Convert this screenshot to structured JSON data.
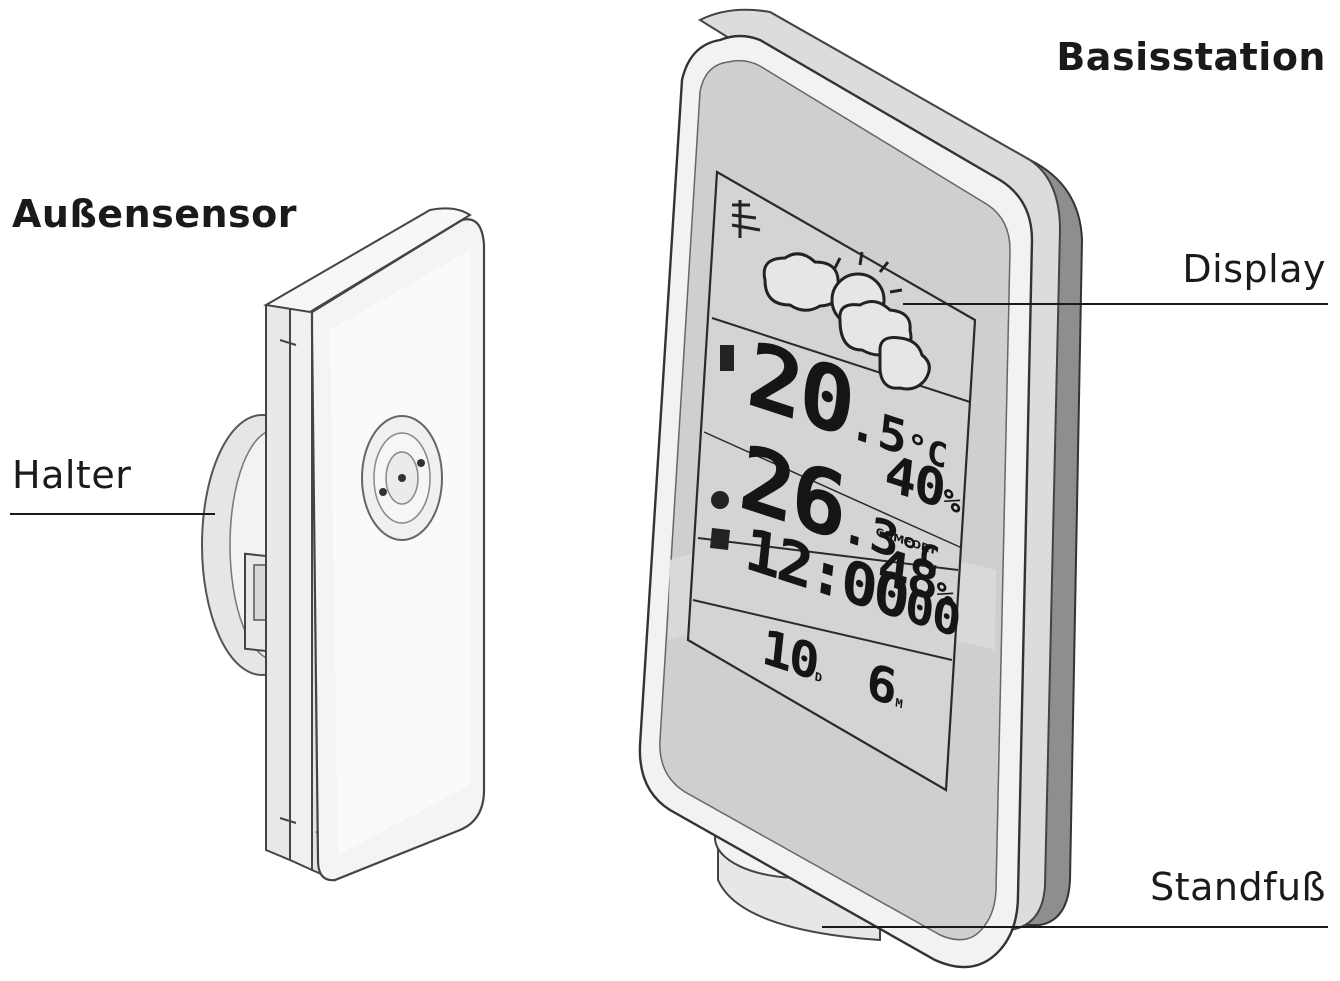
{
  "labels": {
    "outdoor_sensor": "Außensensor",
    "base_station": "Basisstation",
    "holder": "Halter",
    "display": "Display",
    "stand": "Standfuß"
  },
  "lcd": {
    "temp_out_int": "20",
    "temp_out_dec": ".5",
    "temp_unit": "°C",
    "hum_out": "40",
    "temp_in_int": "26",
    "temp_in_dec": ".3",
    "hum_in": "48",
    "hum_unit": "%",
    "comfort": "COMFORT",
    "time": "12:00",
    "seconds": "00",
    "day": "10",
    "day_marker": "D",
    "month": "6",
    "month_marker": "M"
  },
  "colors": {
    "line": "#1a1a1a",
    "device_white": "#f3f3f3",
    "device_shadow": "#cfcfcf",
    "lcd_screen": "#cfcfcf",
    "frame_dark": "#8e8e8e"
  }
}
